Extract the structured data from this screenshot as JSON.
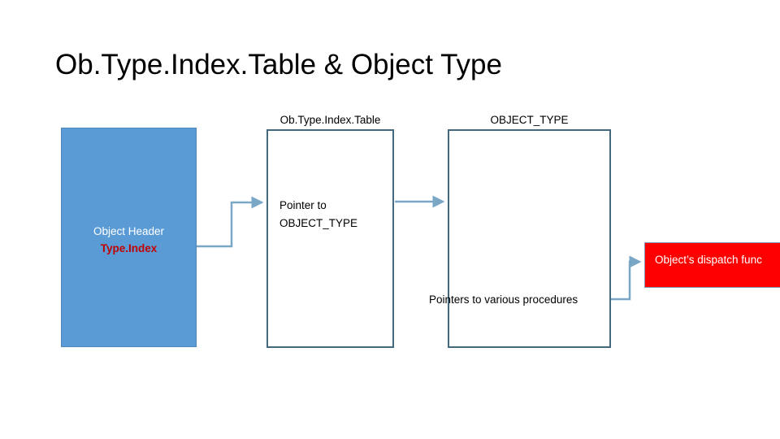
{
  "slide": {
    "title": "Ob.Type.Index.Table & Object Type",
    "background_color": "#FFFFFF"
  },
  "colors": {
    "blue_fill": "#5B9BD5",
    "red_fill": "#FF0000",
    "box_outline": "#44697D",
    "connector": "#7BA7C7",
    "red_text": "#C00000",
    "white_text": "#FFFFFF",
    "black_text": "#000000"
  },
  "captions": {
    "obtypeindextable": "Ob.Type.Index.Table",
    "objecttype": "OBJECT_TYPE"
  },
  "blue_box": {
    "line1": "Object Header",
    "line2": "Type.Index"
  },
  "obtypeindextable_box": {
    "line1": "Pointer to",
    "line2": "OBJECT_TYPE"
  },
  "objecttype_box": {
    "procedures_label": "Pointers to various procedures"
  },
  "red_box": {
    "label": "Object’s dispatch func"
  },
  "connectors": [
    {
      "name": "objectheader-to-obtypeindextable",
      "from": "blue-box",
      "to": "obtypeindextable-box",
      "shape": "elbow"
    },
    {
      "name": "obtypeindextable-to-objecttype",
      "from": "obtypeindextable-box",
      "to": "objecttype-box",
      "shape": "straight"
    },
    {
      "name": "objecttype-to-dispatch",
      "from": "objecttype-box",
      "to": "red-box",
      "shape": "elbow"
    }
  ]
}
